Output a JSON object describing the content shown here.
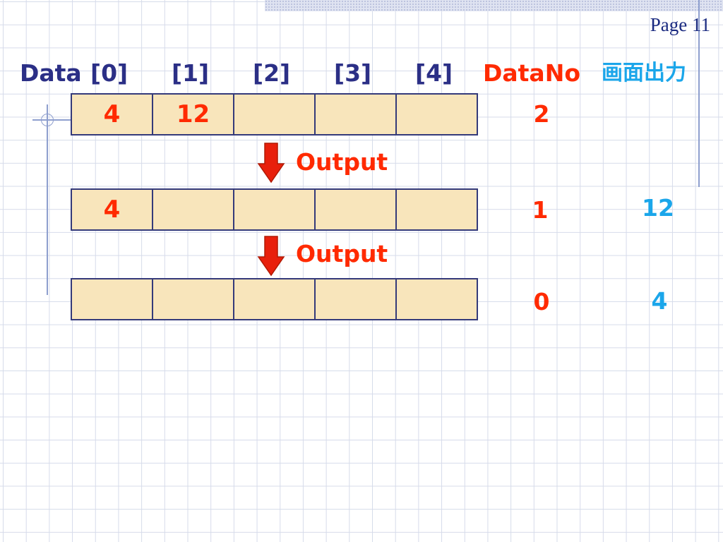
{
  "page_label": "Page 11",
  "headers": {
    "data": "Data",
    "indices": [
      "[0]",
      "[1]",
      "[2]",
      "[3]",
      "[4]"
    ],
    "datano": "DataNo",
    "screen_output": "画面出力"
  },
  "rows": [
    {
      "cells": [
        "4",
        "12",
        "",
        "",
        ""
      ],
      "datano": "2",
      "output": ""
    },
    {
      "cells": [
        "4",
        "",
        "",
        "",
        ""
      ],
      "datano": "1",
      "output": "12"
    },
    {
      "cells": [
        "",
        "",
        "",
        "",
        ""
      ],
      "datano": "0",
      "output": "4"
    }
  ],
  "arrows": [
    {
      "label": "Output"
    },
    {
      "label": "Output"
    }
  ],
  "colors": {
    "navy": "#2b2f86",
    "red": "#ff2a00",
    "cyan": "#1ba6ea",
    "cell_fill": "#f8e5bb"
  }
}
